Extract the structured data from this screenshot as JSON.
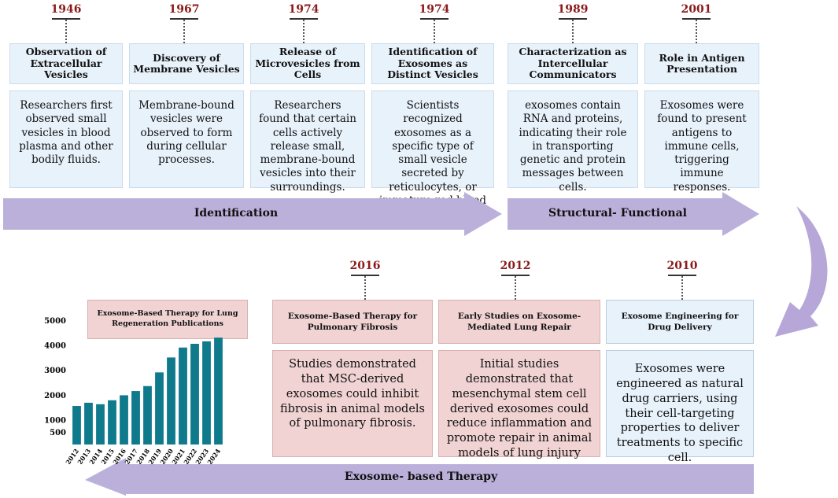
{
  "top_timeline": [
    {
      "year": "1946",
      "title": "Observation of Extracellular Vesicles",
      "description": "Researchers first observed small vesicles in blood plasma and other bodily fluids."
    },
    {
      "year": "1967",
      "title": "Discovery of Membrane Vesicles",
      "description": "Membrane-bound vesicles were observed to form during cellular processes."
    },
    {
      "year": "1974",
      "title": "Release of Microvesicles from Cells",
      "description": "Researchers found that certain cells actively release small, membrane-bound vesicles into their surroundings."
    },
    {
      "year": "1974",
      "title": "Identification of Exosomes as Distinct Vesicles",
      "description": "Scientists recognized exosomes as a specific type of small vesicle secreted by reticulocytes, or immature red blood cells."
    },
    {
      "year": "1989",
      "title": "Characterization as Intercellular Communicators",
      "description": "exosomes contain RNA and proteins, indicating their role in transporting genetic and protein messages between cells."
    },
    {
      "year": "2001",
      "title": "Role in Antigen Presentation",
      "description": "Exosomes were found to present antigens to immune cells, triggering immune responses."
    }
  ],
  "phases": {
    "identification": "Identification",
    "structural_functional": "Structural- Functional",
    "therapy": "Exosome- based Therapy"
  },
  "bottom_timeline": [
    {
      "year": "2016",
      "title": "Exosome-Based Therapy for Pulmonary Fibrosis",
      "description": "Studies demonstrated that MSC-derived exosomes could inhibit fibrosis in animal models of pulmonary fibrosis."
    },
    {
      "year": "2012",
      "title": "Early Studies on Exosome-Mediated Lung Repair",
      "description": "Initial studies demonstrated that mesenchymal stem cell derived exosomes could reduce inflammation and promote repair in animal models of lung injury"
    },
    {
      "year": "2010",
      "title": "Exosome Engineering for Drug Delivery",
      "description": "Exosomes were engineered as natural drug carriers, using their cell-targeting properties to deliver treatments to specific cell."
    }
  ],
  "colors": {
    "year": "#8b1a1a",
    "arrow": "#bbb0da",
    "bar": "#0f7a8c",
    "pink": "#f1d3d3",
    "blue": "#e8f2fb"
  },
  "chart_data": {
    "type": "bar",
    "title": "Exosome-Based Therapy for Lung Regeneration Publications",
    "categories": [
      "2012",
      "2013",
      "2014",
      "2015",
      "2016",
      "2017",
      "2018",
      "2019",
      "2020",
      "2021",
      "2022",
      "2023",
      "2024"
    ],
    "values": [
      1550,
      1680,
      1620,
      1780,
      1980,
      2150,
      2350,
      2900,
      3500,
      3900,
      4050,
      4150,
      4300
    ],
    "y_ticks": [
      "500",
      "1000",
      "2000",
      "3000",
      "4000",
      "5000"
    ],
    "ylim": [
      0,
      5000
    ],
    "xlabel": "",
    "ylabel": ""
  }
}
